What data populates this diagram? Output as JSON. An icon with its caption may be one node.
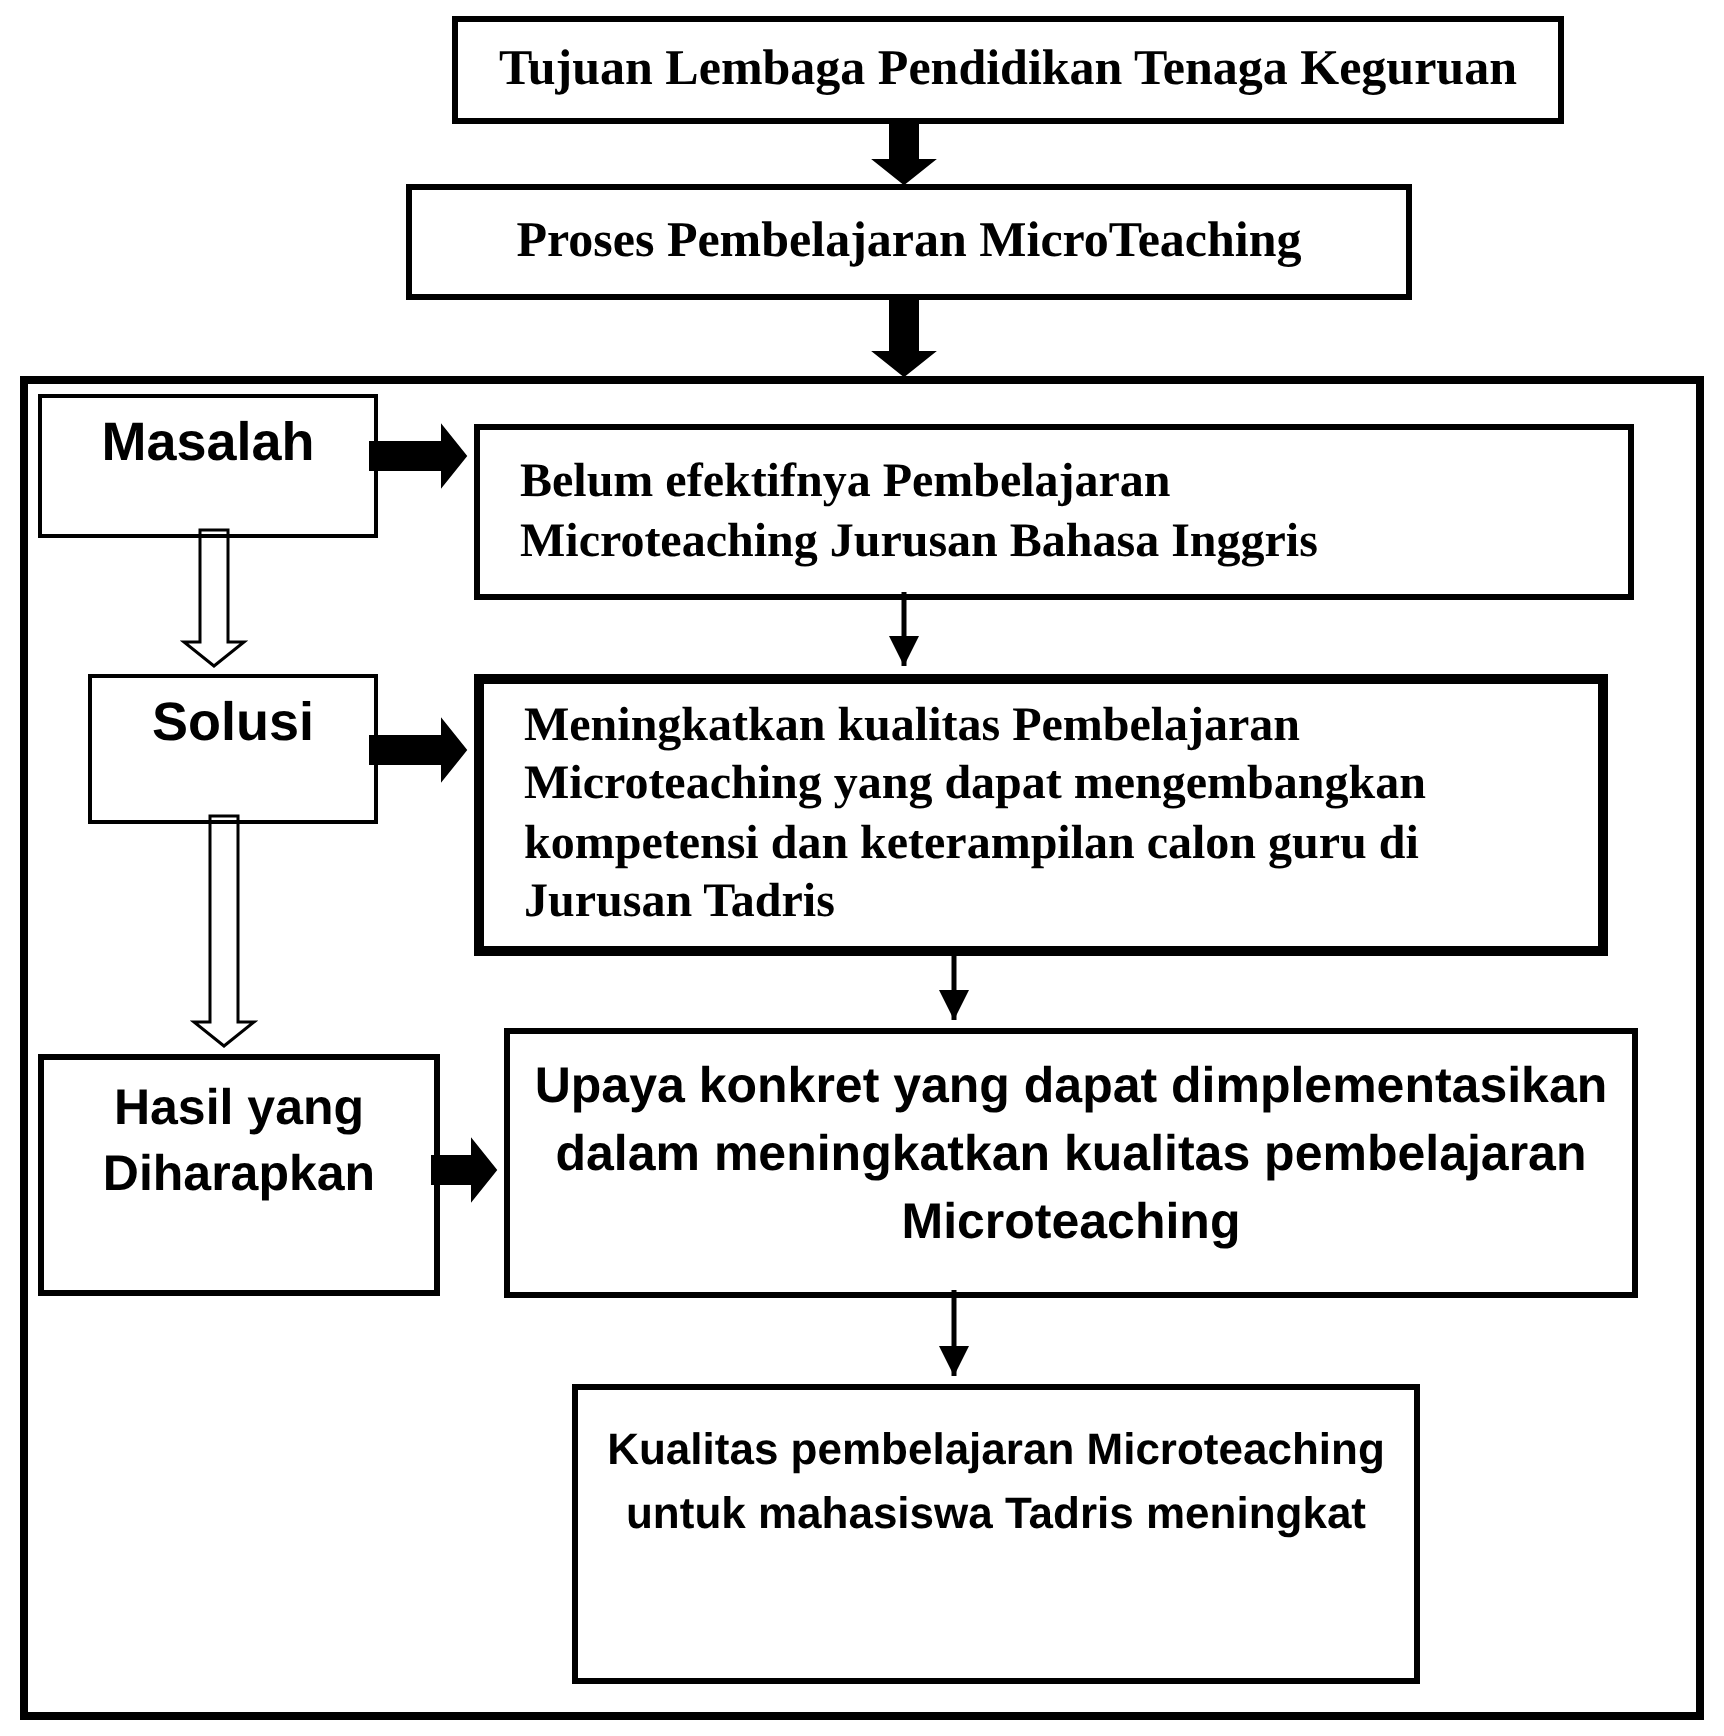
{
  "diagram": {
    "nodes": [
      {
        "text": [
          "Tujuan Lembaga Pendidikan Tenaga Keguruan"
        ]
      },
      {
        "text": [
          "Proses Pembelajaran MicroTeaching"
        ]
      },
      {
        "text": [],
        "shape": "box"
      },
      {
        "text": [
          "Masalah"
        ],
        "in": 2
      },
      {
        "text": [
          "Belum efektifnya Pembelajaran Microteaching Jurusan Bahasa Inggris"
        ],
        "in": 2
      },
      {
        "text": [
          "Solusi"
        ],
        "in": 2
      },
      {
        "text": [
          "Meningkatkan kualitas Pembelajaran Microteaching yang dapat mengembangkan kompetensi  dan keterampilan calon guru di Jurusan Tadris"
        ],
        "in": 2
      },
      {
        "text": [
          "Hasil yang Diharapkan"
        ],
        "in": 2
      },
      {
        "text": [
          "Upaya konkret yang dapat dimplementasikan dalam meningkatkan kualitas pembelajaran Microteaching"
        ],
        "in": 2
      },
      {
        "text": [
          "Kualitas pembelajaran Microteaching untuk mahasiswa Tadris meningkat"
        ],
        "in": 2
      }
    ],
    "edges": [
      {
        "from": 0,
        "to": 1,
        "arrow": "to",
        "style": "thick"
      },
      {
        "from": 1,
        "to": 2,
        "arrow": "to",
        "style": "thick"
      },
      {
        "from": 3,
        "to": 4,
        "arrow": "to",
        "style": "thick"
      },
      {
        "from": 3,
        "to": 5,
        "arrow": "to",
        "style": "thick"
      },
      {
        "from": 4,
        "to": 6,
        "arrow": "to"
      },
      {
        "from": 5,
        "to": 6,
        "arrow": "to",
        "style": "thick"
      },
      {
        "from": 5,
        "to": 7,
        "arrow": "to",
        "style": "thick"
      },
      {
        "from": 6,
        "to": 8,
        "arrow": "to"
      },
      {
        "from": 7,
        "to": 8,
        "arrow": "to",
        "style": "thick"
      },
      {
        "from": 8,
        "to": 9,
        "arrow": "to"
      }
    ]
  }
}
